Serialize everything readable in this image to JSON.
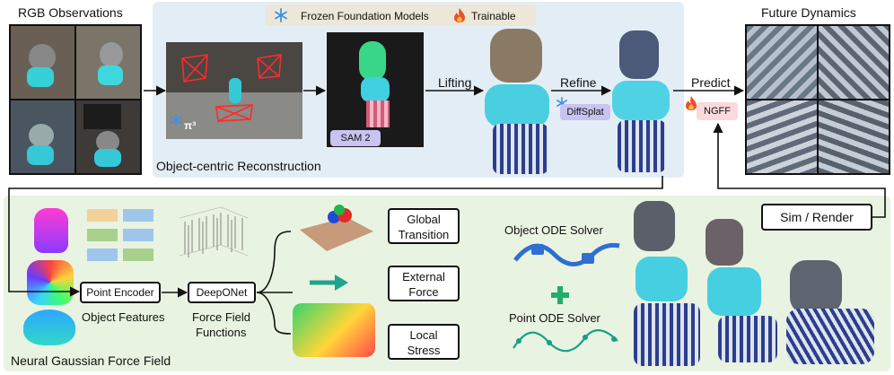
{
  "titles": {
    "rgb_observations": "RGB Observations",
    "future_dynamics": "Future Dynamics",
    "object_centric": "Object-centric Reconstruction",
    "ngff": "Neural Gaussian Force Field"
  },
  "legend": {
    "frozen": "Frozen Foundation Models",
    "trainable": "Trainable"
  },
  "models": {
    "pi3": "π³",
    "sam2": "SAM 2",
    "diffsplat": "DiffSplat",
    "ngff": "NGFF"
  },
  "steps": {
    "lifting": "Lifting",
    "refine": "Refine",
    "predict": "Predict",
    "sim_render": "Sim / Render"
  },
  "pipeline": {
    "point_encoder": "Point Encoder",
    "deeponet": "DeepONet",
    "object_features": "Object Features",
    "force_field_1": "Force Field",
    "force_field_2": "Functions"
  },
  "forces": {
    "global_1": "Global",
    "global_2": "Transition",
    "external_1": "External",
    "external_2": "Force",
    "local_1": "Local",
    "local_2": "Stress"
  },
  "solvers": {
    "object": "Object ODE Solver",
    "point": "Point ODE Solver"
  },
  "colors": {
    "top_panel": "#e3edf6",
    "bottom_panel": "#e9f3e1",
    "legend_bg": "#ece7d9",
    "frozen_icon": "#3f8fe6",
    "trainable_icon": "#e8502b",
    "solver_blue": "#2f6fd1",
    "solver_green": "#16a085",
    "plus_green": "#1fae6a",
    "reconstruction_box": "#ff2a2a"
  }
}
